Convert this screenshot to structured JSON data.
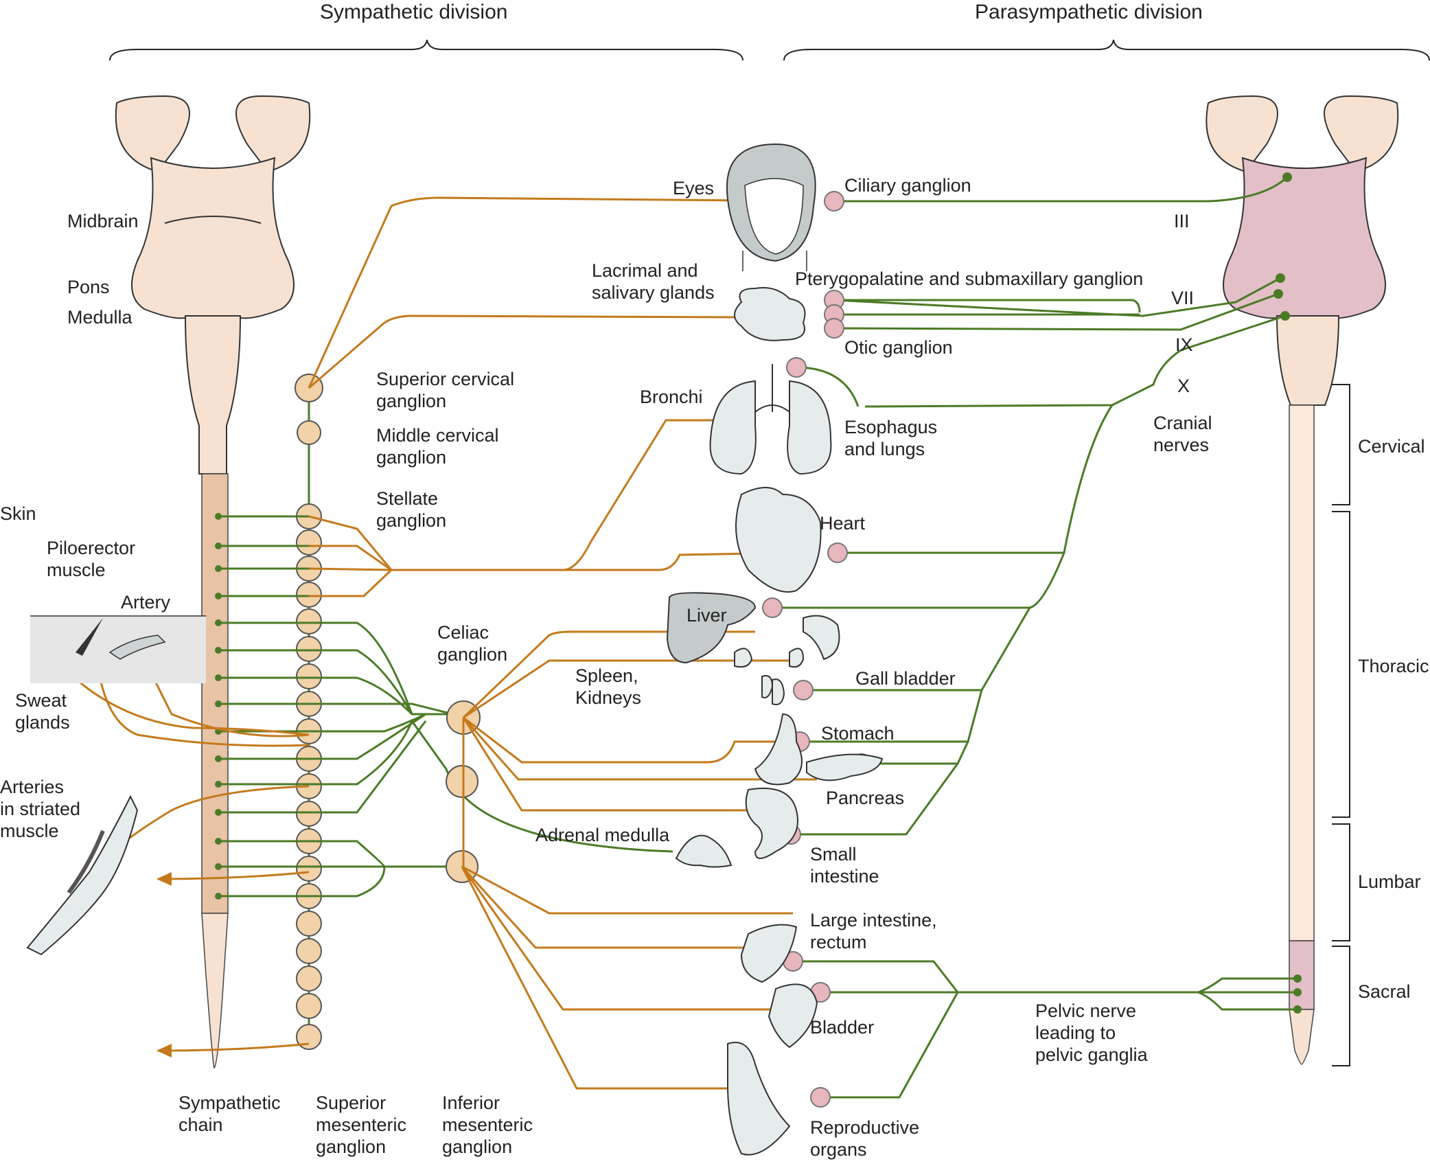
{
  "titles": {
    "sympathetic": "Sympathetic division",
    "parasympathetic": "Parasympathetic division"
  },
  "brain_regions": {
    "midbrain": "Midbrain",
    "pons": "Pons",
    "medulla": "Medulla"
  },
  "sympathetic_ganglia": {
    "superior_cervical": "Superior cervical\nganglion",
    "middle_cervical": "Middle cervical\nganglion",
    "stellate": "Stellate\nganglion",
    "celiac": "Celiac\nganglion",
    "sympathetic_chain": "Sympathetic\nchain",
    "superior_mesenteric": "Superior\nmesenteric\nganglion",
    "inferior_mesenteric": "Inferior\nmesenteric\nganglion"
  },
  "skin_targets": {
    "skin": "Skin",
    "piloerector": "Piloerector\nmuscle",
    "artery": "Artery",
    "sweat_glands": "Sweat\nglands",
    "arteries_striated": "Arteries\nin striated\nmuscle"
  },
  "organs": {
    "eyes": "Eyes",
    "lacrimal": "Lacrimal and\nsalivary glands",
    "bronchi": "Bronchi",
    "esophagus_lungs": "Esophagus\nand lungs",
    "heart": "Heart",
    "liver": "Liver",
    "spleen_kidneys": "Spleen,\nKidneys",
    "gall_bladder": "Gall bladder",
    "stomach": "Stomach",
    "pancreas": "Pancreas",
    "adrenal": "Adrenal medulla",
    "small_intestine": "Small\nintestine",
    "large_intestine": "Large intestine,\nrectum",
    "bladder": "Bladder",
    "reproductive": "Reproductive\norgans"
  },
  "parasympathetic_ganglia": {
    "ciliary": "Ciliary ganglion",
    "pterygopalatine": "Pterygopalatine and submaxillary ganglion",
    "otic": "Otic ganglion",
    "pelvic": "Pelvic nerve\nleading to\npelvic ganglia"
  },
  "cranial_nerves": {
    "III": "III",
    "VII": "VII",
    "IX": "IX",
    "X": "X",
    "label": "Cranial\nnerves"
  },
  "spinal_regions": {
    "cervical": "Cervical",
    "thoracic": "Thoracic",
    "lumbar": "Lumbar",
    "sacral": "Sacral"
  },
  "colors": {
    "sympathetic": "#c47a1c",
    "parasympathetic": "#4b7b26",
    "sympathetic_ganglion": "#f2d2a8",
    "parasympathetic_ganglion": "#e8b6bd",
    "organ_fill": "#e6ecec"
  }
}
